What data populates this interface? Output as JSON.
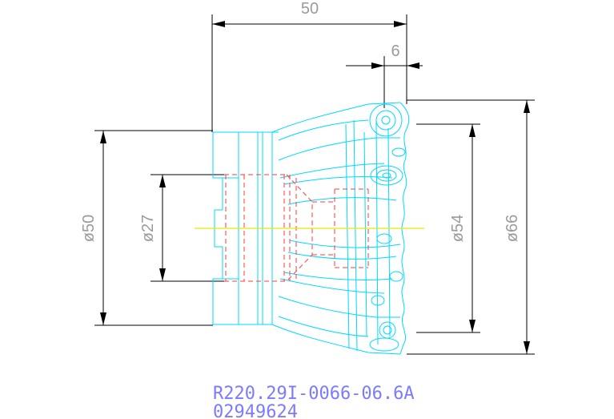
{
  "dimensions": {
    "length": "50",
    "insert_offset": "6",
    "bore_diameter": "ø50",
    "pilot_diameter": "ø27",
    "cutting_diameter": "ø54",
    "outer_diameter": "ø66"
  },
  "footer": {
    "part_code": "R220.29I-0066-06.6A",
    "item_number": "02949624"
  },
  "colors": {
    "body": "#00d8ff",
    "hidden_lines": "#ff3b3b",
    "centerline": "#e6e600",
    "text": "#7b7bff",
    "dimensions": "#000000"
  }
}
